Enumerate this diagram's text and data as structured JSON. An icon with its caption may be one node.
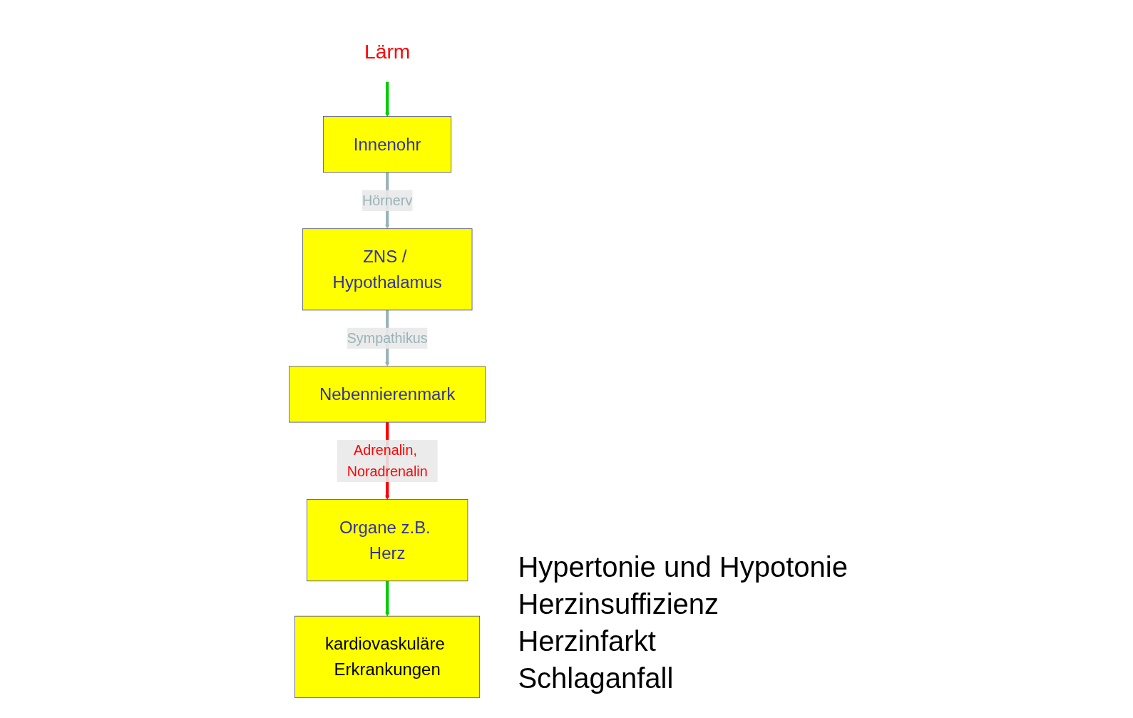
{
  "diagram": {
    "nodes": [
      {
        "text": [
          "Lärm"
        ]
      },
      {
        "text": [
          "Innenohr"
        ]
      },
      {
        "text": [
          "ZNS / Hypothalamus"
        ]
      },
      {
        "text": [
          "Nebennierenmark"
        ]
      },
      {
        "text": [
          "Organe z.B. Herz"
        ]
      },
      {
        "text": [
          "kardiovaskuläre Erkrankungen"
        ]
      }
    ],
    "edges": [
      {
        "from": 0,
        "to": 1,
        "arrow": "to",
        "color": "#00cc00"
      },
      {
        "from": 1,
        "to": 2,
        "arrow": "to",
        "label": "Hörnerv",
        "color": "#99b3b8"
      },
      {
        "from": 2,
        "to": 3,
        "arrow": "to",
        "label": "Sympathikus",
        "color": "#99b3b8"
      },
      {
        "from": 3,
        "to": 4,
        "arrow": "to",
        "label": "Adrenalin, Noradrenalin",
        "color": "#ff0000"
      },
      {
        "from": 4,
        "to": 5,
        "arrow": "to",
        "color": "#00cc00"
      }
    ],
    "labels": [
      "Hypertonie und Hypotonie",
      "Herzinsuffizienz",
      "Herzinfarkt",
      "Schlaganfall"
    ]
  }
}
